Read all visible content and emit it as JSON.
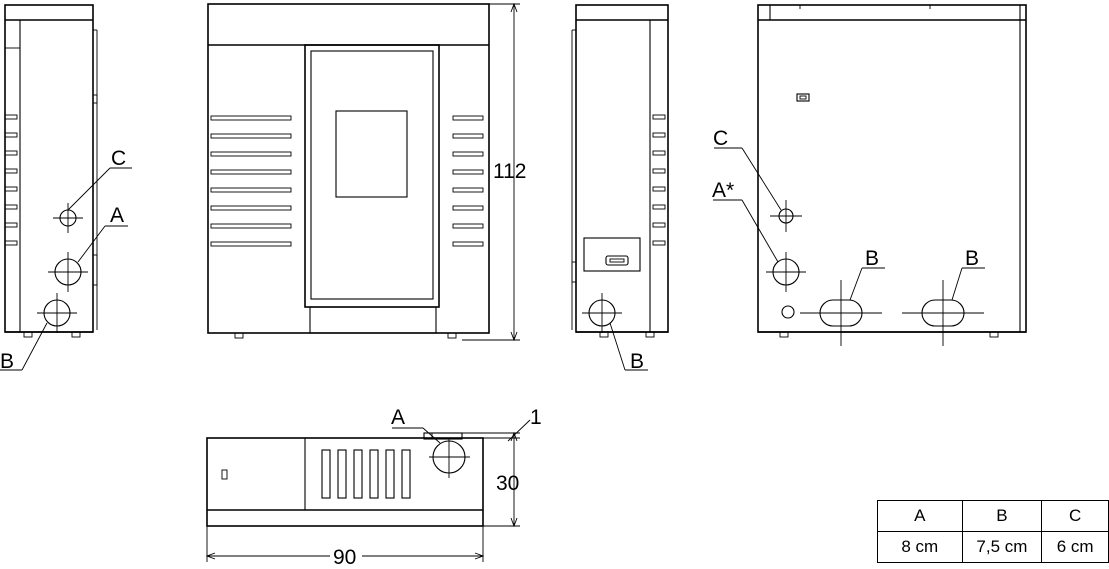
{
  "labels": {
    "height": "112",
    "width": "90",
    "depth": "30",
    "offset": "1",
    "a": "A",
    "a_star": "A*",
    "b": "B",
    "c": "C"
  },
  "table": {
    "headers": [
      "A",
      "B",
      "C"
    ],
    "values": [
      "8 cm",
      "7,5 cm",
      "6 cm"
    ]
  }
}
